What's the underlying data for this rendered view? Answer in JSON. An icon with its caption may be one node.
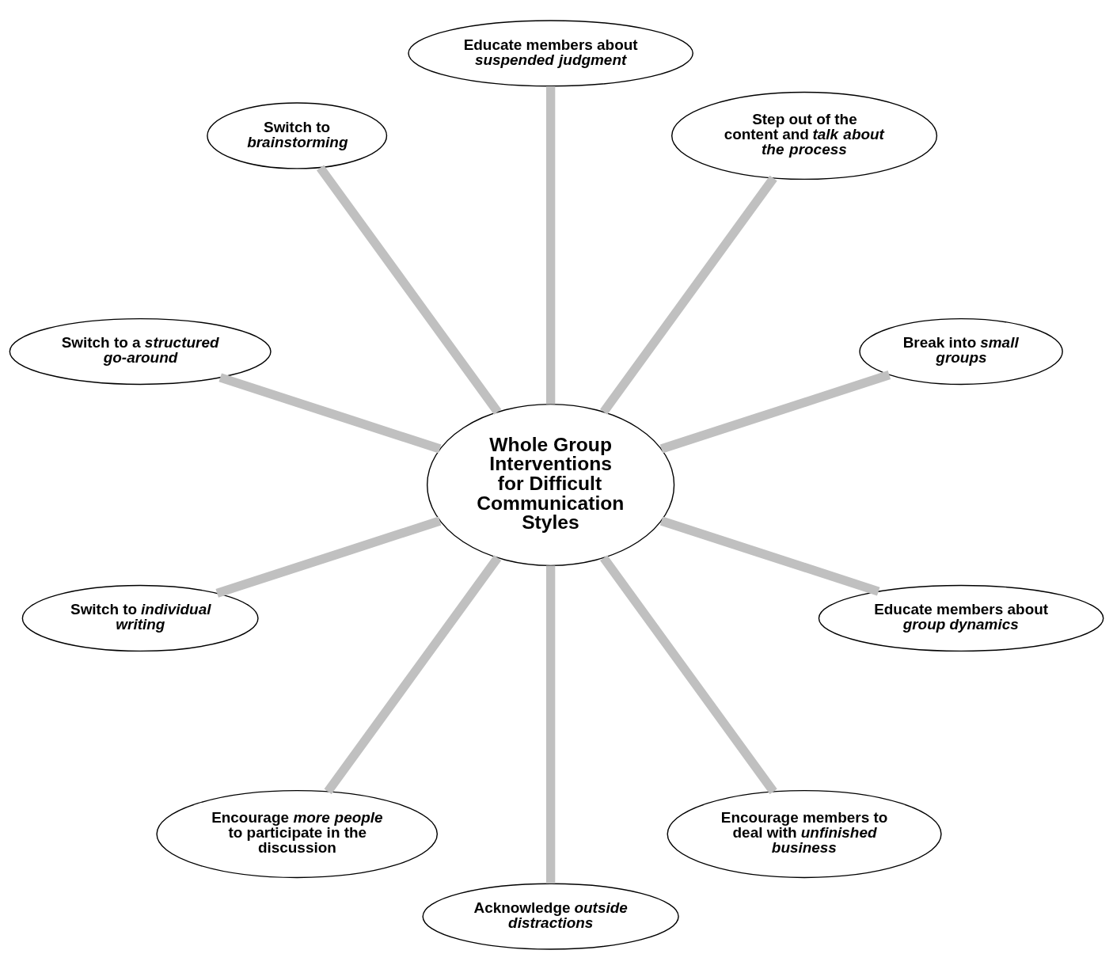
{
  "diagram": {
    "nodes": [
      {
        "text": [
          "Whole Group Interventions for Difficult Communication Styles"
        ]
      },
      {
        "text": [
          "Break into *small groups*"
        ]
      },
      {
        "text": [
          "Step out of the content and *talk about the process*"
        ]
      },
      {
        "text": [
          "Educate members about *suspended judgment*"
        ]
      },
      {
        "text": [
          "Switch to *brainstorming*"
        ]
      },
      {
        "text": [
          "Switch to a *structured go-around*"
        ]
      },
      {
        "text": [
          "Switch to *individual writing*"
        ]
      },
      {
        "text": [
          "Encourage *more people* to participate in the discussion"
        ]
      },
      {
        "text": [
          "Acknowledge *outside distractions*"
        ]
      },
      {
        "text": [
          "Encourage members to deal with *unfinished business*"
        ]
      },
      {
        "text": [
          "Educate members about *group dynamics*"
        ]
      }
    ],
    "edges": [
      {
        "from": 0,
        "to": 1,
        "arrow": "none"
      },
      {
        "from": 0,
        "to": 3,
        "arrow": "none"
      },
      {
        "from": 0,
        "to": 5,
        "arrow": "none"
      },
      {
        "from": 0,
        "to": 7,
        "arrow": "none"
      },
      {
        "from": 0,
        "to": 10,
        "arrow": "none"
      },
      {
        "from": 0,
        "to": 8,
        "arrow": "none"
      },
      {
        "from": 0,
        "to": 9,
        "arrow": "none"
      },
      {
        "from": 0,
        "to": 6,
        "arrow": "none"
      },
      {
        "from": 0,
        "to": 4,
        "arrow": "none"
      },
      {
        "from": 0,
        "to": 2,
        "arrow": "none"
      }
    ]
  }
}
